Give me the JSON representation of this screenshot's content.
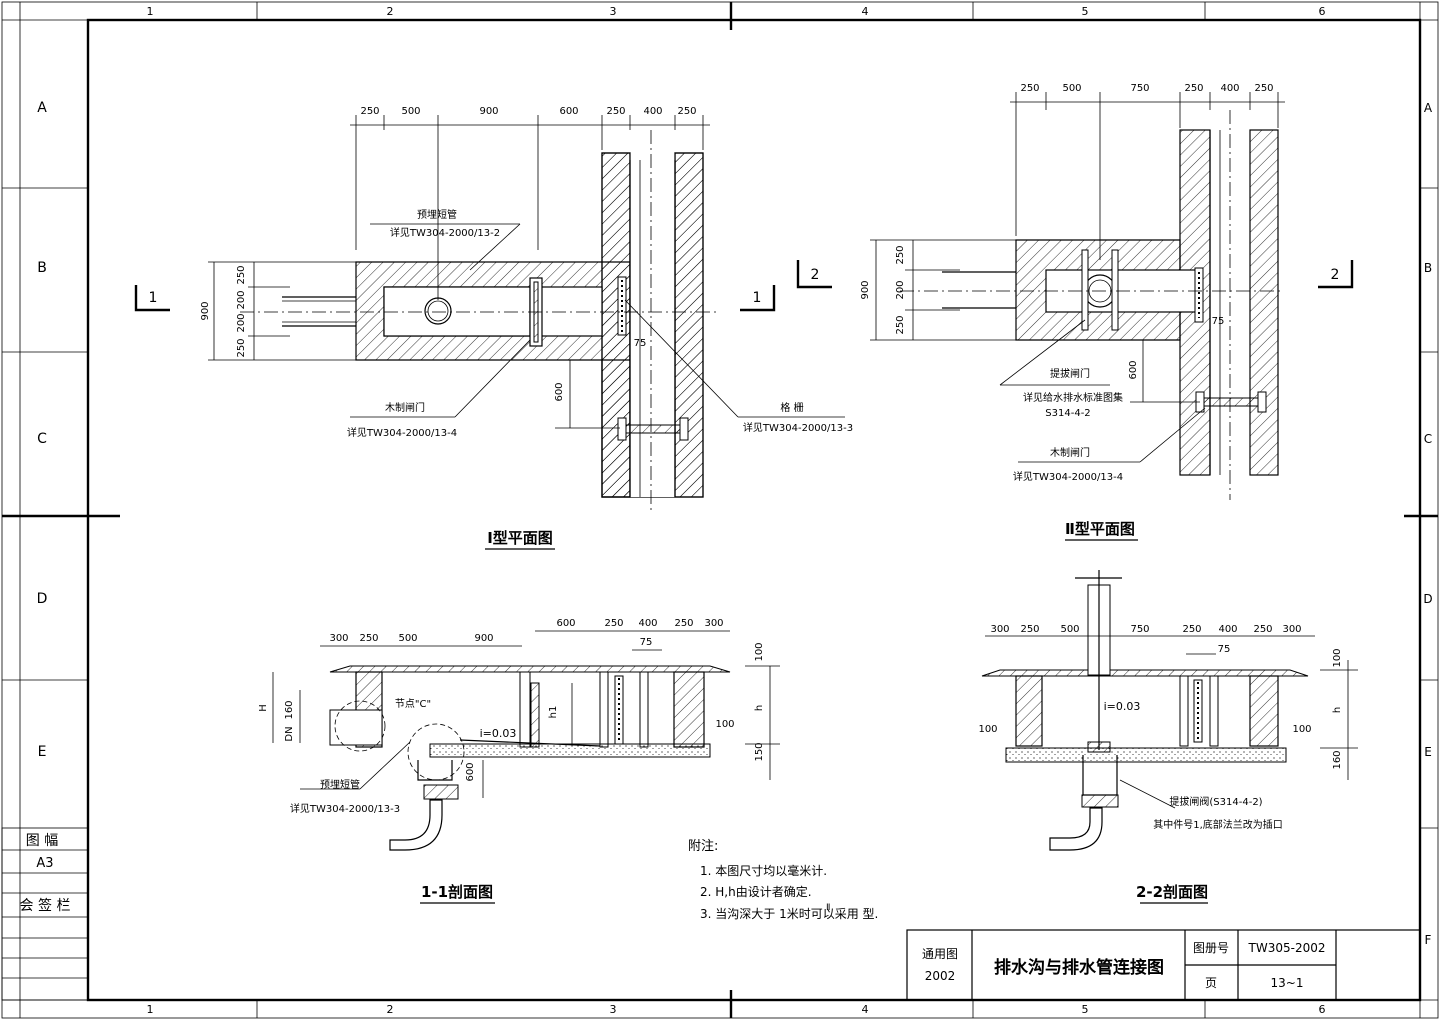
{
  "frame": {
    "col_numbers": [
      "1",
      "2",
      "3",
      "4",
      "5",
      "6"
    ],
    "row_letters": [
      "A",
      "B",
      "C",
      "D",
      "E",
      "F"
    ],
    "side_block": {
      "size_label": "图 幅",
      "size_value": "A3",
      "sign_label": "会 签 栏"
    }
  },
  "plan1": {
    "title": "Ⅰ型平面图",
    "top_dims": [
      "250",
      "500",
      "900",
      "600",
      "250",
      "400",
      "250"
    ],
    "left_dims": [
      "250",
      "200",
      "200",
      "250"
    ],
    "total_dim": "900",
    "depth_dim": "600",
    "small_dim": "75",
    "section_mark": "1",
    "note_pipe_1": "预埋短管",
    "note_pipe_2": "详见TW304-2000/13-2",
    "note_gate_1": "木制闸门",
    "note_gate_2": "详见TW304-2000/13-4",
    "note_grid_1": "格 栅",
    "note_grid_2": "详见TW304-2000/13-3"
  },
  "plan2": {
    "title": "Ⅱ型平面图",
    "top_dims": [
      "250",
      "500",
      "750",
      "250",
      "400",
      "250"
    ],
    "left_dims": [
      "250",
      "200",
      "250"
    ],
    "total_dim": "900",
    "depth_dim": "600",
    "small_dim": "75",
    "section_mark": "2",
    "note_lift_1": "提拔闸门",
    "note_lift_2": "详见给水排水标准图集",
    "note_lift_3": "S314-4-2",
    "note_gate_1": "木制闸门",
    "note_gate_2": "详见TW304-2000/13-4"
  },
  "section1": {
    "title": "1-1剖面图",
    "top_dims_a": [
      "300",
      "250",
      "500",
      "900"
    ],
    "top_dims_b": [
      "600",
      "250",
      "400",
      "250",
      "300"
    ],
    "dim_75": "75",
    "right_dims": [
      "100",
      "h",
      "150"
    ],
    "left_dims": [
      "H",
      "160",
      "DN"
    ],
    "h1": "h1",
    "depth": "600",
    "side_dim": "100",
    "slope": "i=0.03",
    "node": "节点\"C\"",
    "note_1": "预埋短管",
    "note_2": "详见TW304-2000/13-3"
  },
  "section2": {
    "title": "2-2剖面图",
    "top_dims": [
      "300",
      "250",
      "500",
      "750",
      "250",
      "400",
      "250",
      "300"
    ],
    "dim_75": "75",
    "right_dims": [
      "100",
      "h",
      "160"
    ],
    "left_dim": "100",
    "right_dim": "100",
    "slope": "i=0.03",
    "note_1": "提拔闸阀(S314-4-2)",
    "note_2": "其中件号1,底部法兰改为插口"
  },
  "notes": {
    "heading": "附注:",
    "items": [
      "1. 本图尺寸均以毫米计.",
      "2. H,h由设计者确定.",
      "3. 当沟深大于 1米时可以采用  型."
    ],
    "superscript": "Ⅱ"
  },
  "title_block": {
    "general_label": "通用图",
    "year": "2002",
    "drawing_title": "排水沟与排水管连接图",
    "atlas_label": "图册号",
    "atlas_no": "TW305-2002",
    "page_label": "页",
    "page_no": "13~1"
  }
}
